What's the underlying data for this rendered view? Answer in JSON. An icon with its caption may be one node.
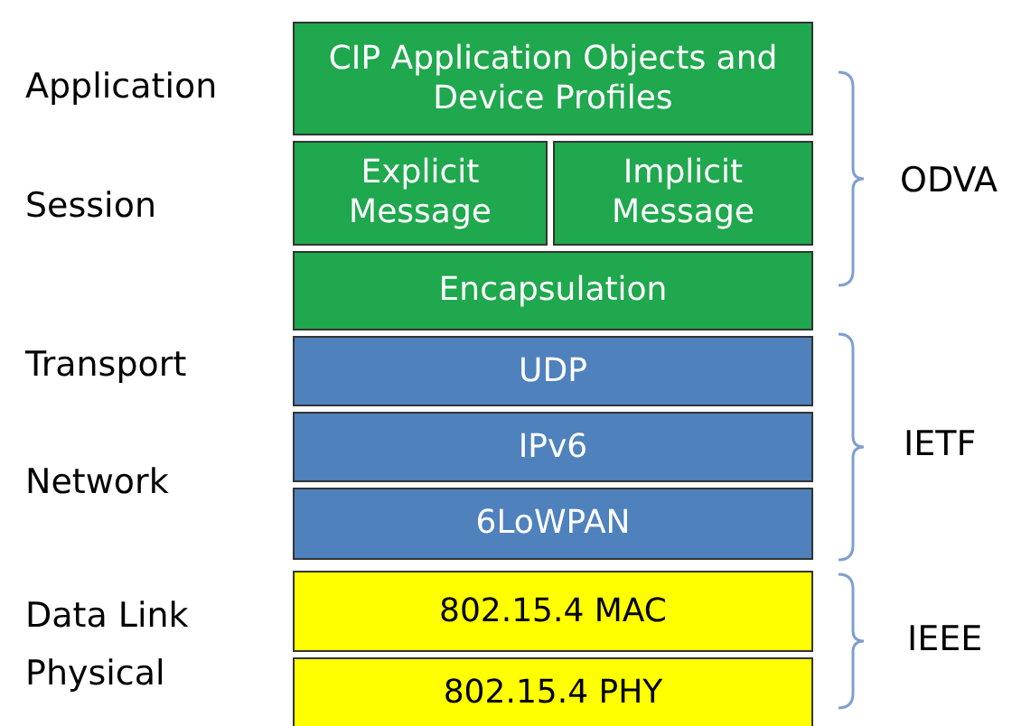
{
  "diagram": {
    "nodes": [
      {
        "text": [
          "CIP Application Objects and Device Profiles"
        ]
      },
      {
        "text": [
          "Explicit Message"
        ]
      },
      {
        "text": [
          "Implicit Message"
        ]
      },
      {
        "text": [
          "Encapsulation"
        ]
      },
      {
        "text": [
          "UDP"
        ]
      },
      {
        "text": [
          "IPv6"
        ]
      },
      {
        "text": [
          "6LoWPAN"
        ]
      },
      {
        "text": [
          "802.15.4 MAC"
        ]
      },
      {
        "text": [
          "802.15.4 PHY"
        ]
      }
    ],
    "edges": [],
    "labels": [
      "Application",
      "Session",
      "ODVA",
      "Transport",
      "Network",
      "IETF",
      "Data Link",
      "Physical",
      "IEEE"
    ]
  }
}
